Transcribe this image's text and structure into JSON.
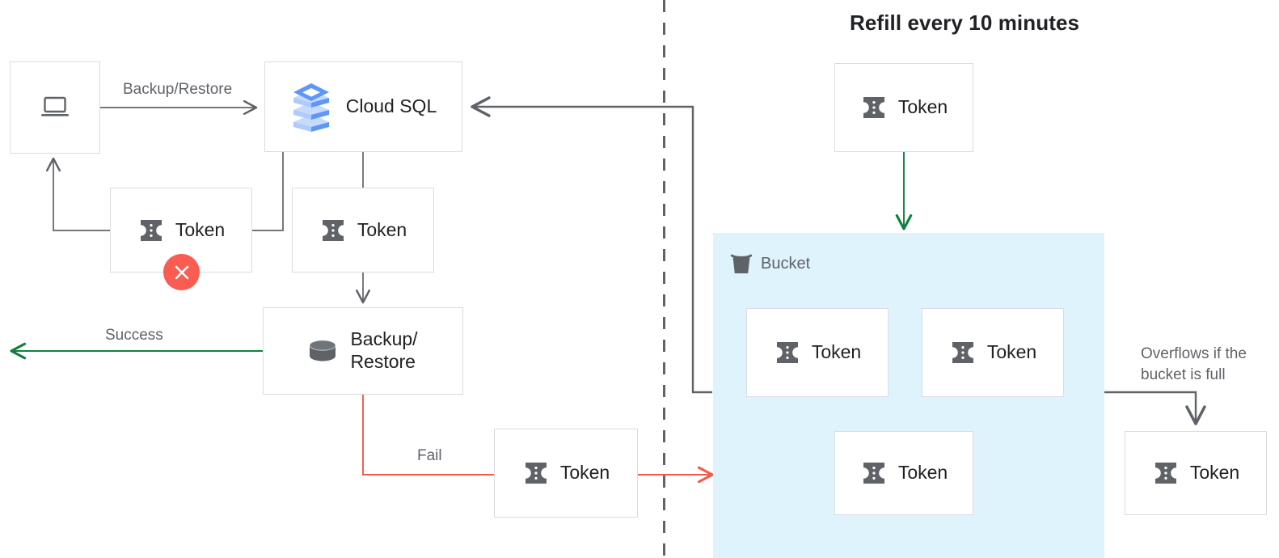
{
  "colors": {
    "line_gray": "#5f6368",
    "line_green": "#0f8040",
    "line_red": "#f4594b",
    "box_border": "#dadce0",
    "bucket_fill": "#dff3fd",
    "text_dark": "#202124",
    "text_gray": "#5f6368",
    "error_badge": "#fb5c52",
    "cloudsql_blue_dark": "#5e97f6",
    "cloudsql_blue_mid": "#a1c2fa",
    "cloudsql_blue_light": "#c6dafc"
  },
  "title": {
    "refill": "Refill every 10 minutes"
  },
  "nodes": {
    "client": {
      "label": "",
      "icon": "laptop-icon"
    },
    "cloud_sql": {
      "label": "Cloud SQL",
      "icon": "cloud-sql-icon"
    },
    "token_failed": {
      "label": "Token",
      "icon": "token-icon"
    },
    "token_consumed": {
      "label": "Token",
      "icon": "token-icon"
    },
    "backup_restore": {
      "label": "Backup/\nRestore",
      "icon": "database-icon"
    },
    "token_fail_out": {
      "label": "Token",
      "icon": "token-icon"
    },
    "token_refill": {
      "label": "Token",
      "icon": "token-icon"
    },
    "token_bucket_1": {
      "label": "Token",
      "icon": "token-icon"
    },
    "token_bucket_2": {
      "label": "Token",
      "icon": "token-icon"
    },
    "token_bucket_3": {
      "label": "Token",
      "icon": "token-icon"
    },
    "token_overflow": {
      "label": "Token",
      "icon": "token-icon"
    }
  },
  "bucket": {
    "label": "Bucket",
    "icon": "bucket-icon"
  },
  "edges": {
    "backup_restore_label": "Backup/Restore",
    "success_label": "Success",
    "fail_label": "Fail",
    "overflow_label": "Overflows if the\nbucket is full"
  },
  "badges": {
    "error": "close-x"
  }
}
